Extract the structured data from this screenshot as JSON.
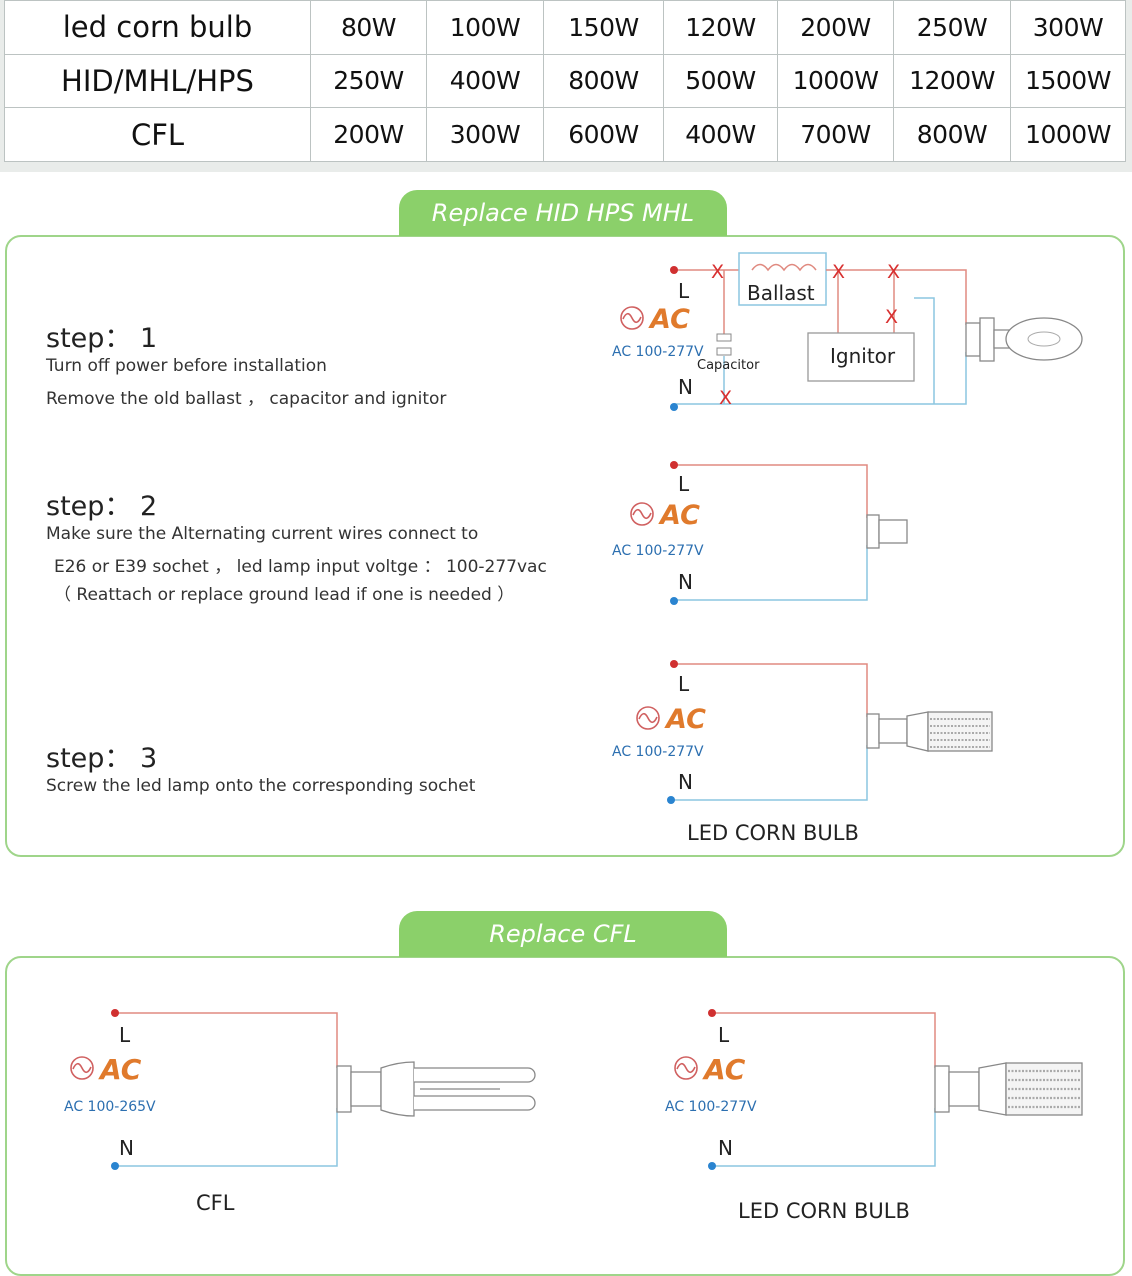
{
  "table": {
    "rows": [
      {
        "label": "led corn bulb",
        "values": [
          "80W",
          "100W",
          "150W",
          "120W",
          "200W",
          "250W",
          "300W"
        ]
      },
      {
        "label": "HID/MHL/HPS",
        "values": [
          "250W",
          "400W",
          "800W",
          "500W",
          "1000W",
          "1200W",
          "1500W"
        ]
      },
      {
        "label": "CFL",
        "values": [
          "200W",
          "300W",
          "600W",
          "400W",
          "700W",
          "800W",
          "1000W"
        ]
      }
    ]
  },
  "hid_section": {
    "tab_label": "Replace   HID  HPS  MHL",
    "steps": [
      {
        "title": "step： 1",
        "lines": [
          "Turn off power before installation",
          "Remove the old ballast ， capacitor and ignitor"
        ]
      },
      {
        "title": "step： 2",
        "lines": [
          "Make sure the Alternating current wires connect to",
          "E26 or E39 sochet ， led lamp input voltge ： 100-277vac",
          "（ Reattach or replace ground lead if one is needed ）"
        ]
      },
      {
        "title": "step： 3",
        "lines": [
          "Screw the led lamp onto the corresponding sochet"
        ]
      }
    ],
    "diagram1": {
      "l": "L",
      "n": "N",
      "ac": "AC",
      "voltage": "AC 100-277V",
      "ballast": "Ballast",
      "capacitor": "Capacitor",
      "ignitor": "Ignitor",
      "cross": "X"
    },
    "diagram2": {
      "l": "L",
      "n": "N",
      "ac": "AC",
      "voltage": "AC 100-277V"
    },
    "diagram3": {
      "l": "L",
      "n": "N",
      "ac": "AC",
      "voltage": "AC 100-277V",
      "caption": "LED  CORN  BULB"
    }
  },
  "cfl_section": {
    "tab_label": "Replace   CFL",
    "left": {
      "l": "L",
      "n": "N",
      "ac": "AC",
      "voltage": "AC 100-265V",
      "caption": "CFL"
    },
    "right": {
      "l": "L",
      "n": "N",
      "ac": "AC",
      "voltage": "AC 100-277V",
      "caption": "LED  CORN  BULB"
    }
  },
  "colors": {
    "accent_green": "#8bd06a",
    "panel_border": "#9fd58a",
    "live_wire": "#e08a80",
    "neutral_wire": "#8cc6e0",
    "ac_orange": "#e07a2c",
    "voltage_blue": "#2c6fb0",
    "cross_red": "#d83030"
  }
}
